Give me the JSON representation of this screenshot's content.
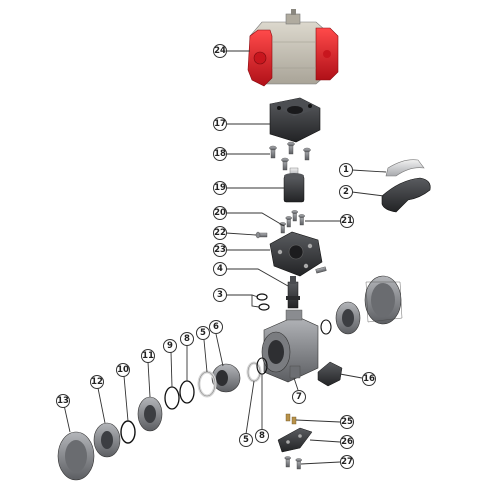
{
  "callouts": [
    {
      "id": "c24",
      "label": "24"
    },
    {
      "id": "c17",
      "label": "17"
    },
    {
      "id": "c18",
      "label": "18"
    },
    {
      "id": "c19",
      "label": "19"
    },
    {
      "id": "c20",
      "label": "20"
    },
    {
      "id": "c21",
      "label": "21"
    },
    {
      "id": "c22",
      "label": "22"
    },
    {
      "id": "c23",
      "label": "23"
    },
    {
      "id": "c4",
      "label": "4"
    },
    {
      "id": "c3",
      "label": "3"
    },
    {
      "id": "c1",
      "label": "1"
    },
    {
      "id": "c2",
      "label": "2"
    },
    {
      "id": "c7",
      "label": "7"
    },
    {
      "id": "c16",
      "label": "16"
    },
    {
      "id": "c6",
      "label": "6"
    },
    {
      "id": "c5a",
      "label": "5"
    },
    {
      "id": "c8a",
      "label": "8"
    },
    {
      "id": "c9",
      "label": "9"
    },
    {
      "id": "c11",
      "label": "11"
    },
    {
      "id": "c10",
      "label": "10"
    },
    {
      "id": "c12",
      "label": "12"
    },
    {
      "id": "c13",
      "label": "13"
    },
    {
      "id": "c5b",
      "label": "5"
    },
    {
      "id": "c8b",
      "label": "8"
    },
    {
      "id": "c25",
      "label": "25"
    },
    {
      "id": "c26",
      "label": "26"
    },
    {
      "id": "c27",
      "label": "27"
    }
  ],
  "colors": {
    "actuator_body": "#c9c4b8",
    "actuator_caps": "#e0202a",
    "parts_dark": "#3a3a3c",
    "parts_grey": "#8a8c90",
    "handle_light": "#b5b8bc",
    "brass": "#b8924a"
  }
}
